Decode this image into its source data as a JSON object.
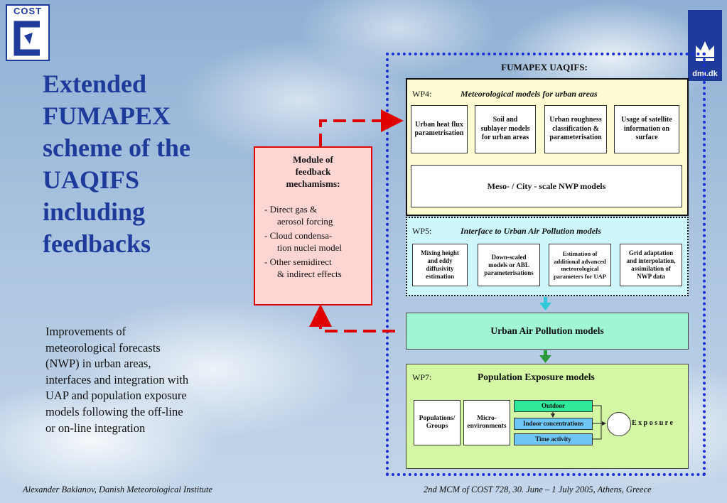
{
  "header": {
    "left_logo_text": "COST",
    "right_logo_text": "dmi.dk",
    "title_lines": [
      "Extended",
      "FUMAPEX",
      "scheme of the",
      "UAQIFS",
      "including",
      "feedbacks"
    ]
  },
  "description_lines": [
    "Improvements of",
    "meteorological forecasts",
    "(NWP) in urban areas,",
    "interfaces and integration with",
    "UAP and population exposure",
    "models following the off-line",
    "or on-line integration"
  ],
  "footer": {
    "left": "Alexander Baklanov, Danish Meteorological Institute",
    "right": "2nd MCM of COST 728, 30. June – 1 July 2005, Athens, Greece"
  },
  "diagram": {
    "outer_title": "FUMAPEX UAQIFS:",
    "feedback_module": {
      "title_lines": [
        "Module of",
        "feedback",
        "mechamisms:"
      ],
      "items": [
        [
          "- Direct gas &",
          "aerosol forcing"
        ],
        [
          "- Cloud condensa-",
          "tion nuclei model"
        ],
        [
          "- Other semidirect",
          "& indirect effects"
        ]
      ]
    },
    "wp4": {
      "label": "WP4:",
      "title": "Meteorological models for urban areas",
      "boxes": [
        [
          "Urban heat flux",
          "parametrisation"
        ],
        [
          "Soil and",
          "sublayer models",
          "for urban areas"
        ],
        [
          "Urban roughness",
          "classification &",
          "parameterisation"
        ],
        [
          "Usage of satellite",
          "information on",
          "surface"
        ]
      ],
      "nwp": "Meso- / City - scale NWP models"
    },
    "wp5": {
      "label": "WP5:",
      "title": "Interface to Urban Air Pollution models",
      "boxes": [
        [
          "Mixing height",
          "and eddy",
          "diffusivity",
          "estimation"
        ],
        [
          "Down-scaled",
          "models or ABL",
          "parameterisations"
        ],
        [
          "Estimation of",
          "additional advanced",
          "meteorological",
          "parameters for UAP"
        ],
        [
          "Grid adaptation",
          "and interpolation,",
          "assimilation of",
          "NWP data"
        ]
      ]
    },
    "uap": "Urban Air Pollution models",
    "wp7": {
      "label": "WP7:",
      "title": "Population Exposure models",
      "populations": [
        "Populations/",
        "Groups"
      ],
      "micro": [
        "Micro-",
        "environments"
      ],
      "outdoor": "Outdoor",
      "indoor": "Indoor concentrations",
      "time": "Time activity",
      "exposure": "E x p o s u r e"
    },
    "colors": {
      "wp4_bg": "#fdfbd2",
      "wp5_bg": "#cdf7fb",
      "uap_bg": "#9ff5d4",
      "wp7_bg": "#d3f7a4",
      "feedback_border": "#e00000",
      "outer_border": "#1a2fd8"
    }
  }
}
